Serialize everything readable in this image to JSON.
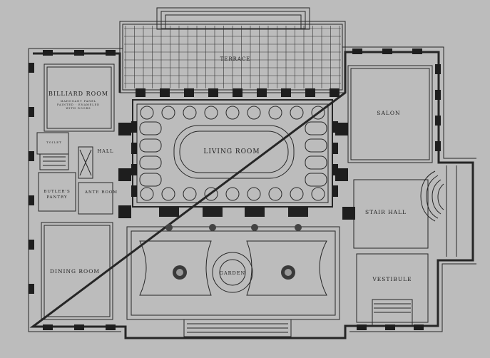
{
  "plan": {
    "rooms": {
      "terrace": "TERRACE",
      "billiard_room": "BILLIARD ROOM",
      "billiard_note_1": "MAHOGANY PANEL",
      "billiard_note_2": "PAINTED · ENAMELED",
      "billiard_note_3": "WITH DOORS",
      "toilet": "TOILET",
      "hall": "HALL",
      "butlers_pantry_1": "BUTLER'S",
      "butlers_pantry_2": "PANTRY",
      "ante_room": "ANTE ROOM",
      "living_room": "LIVING ROOM",
      "salon": "SALON",
      "stair_hall": "STAIR HALL",
      "dining_room": "DINING ROOM",
      "garden": "GARDEN",
      "vestibule": "VESTIBULE"
    },
    "colors": {
      "paper": "#b9b9b9",
      "ink": "#1c1c1c",
      "fill": "#2a2a2a"
    }
  }
}
